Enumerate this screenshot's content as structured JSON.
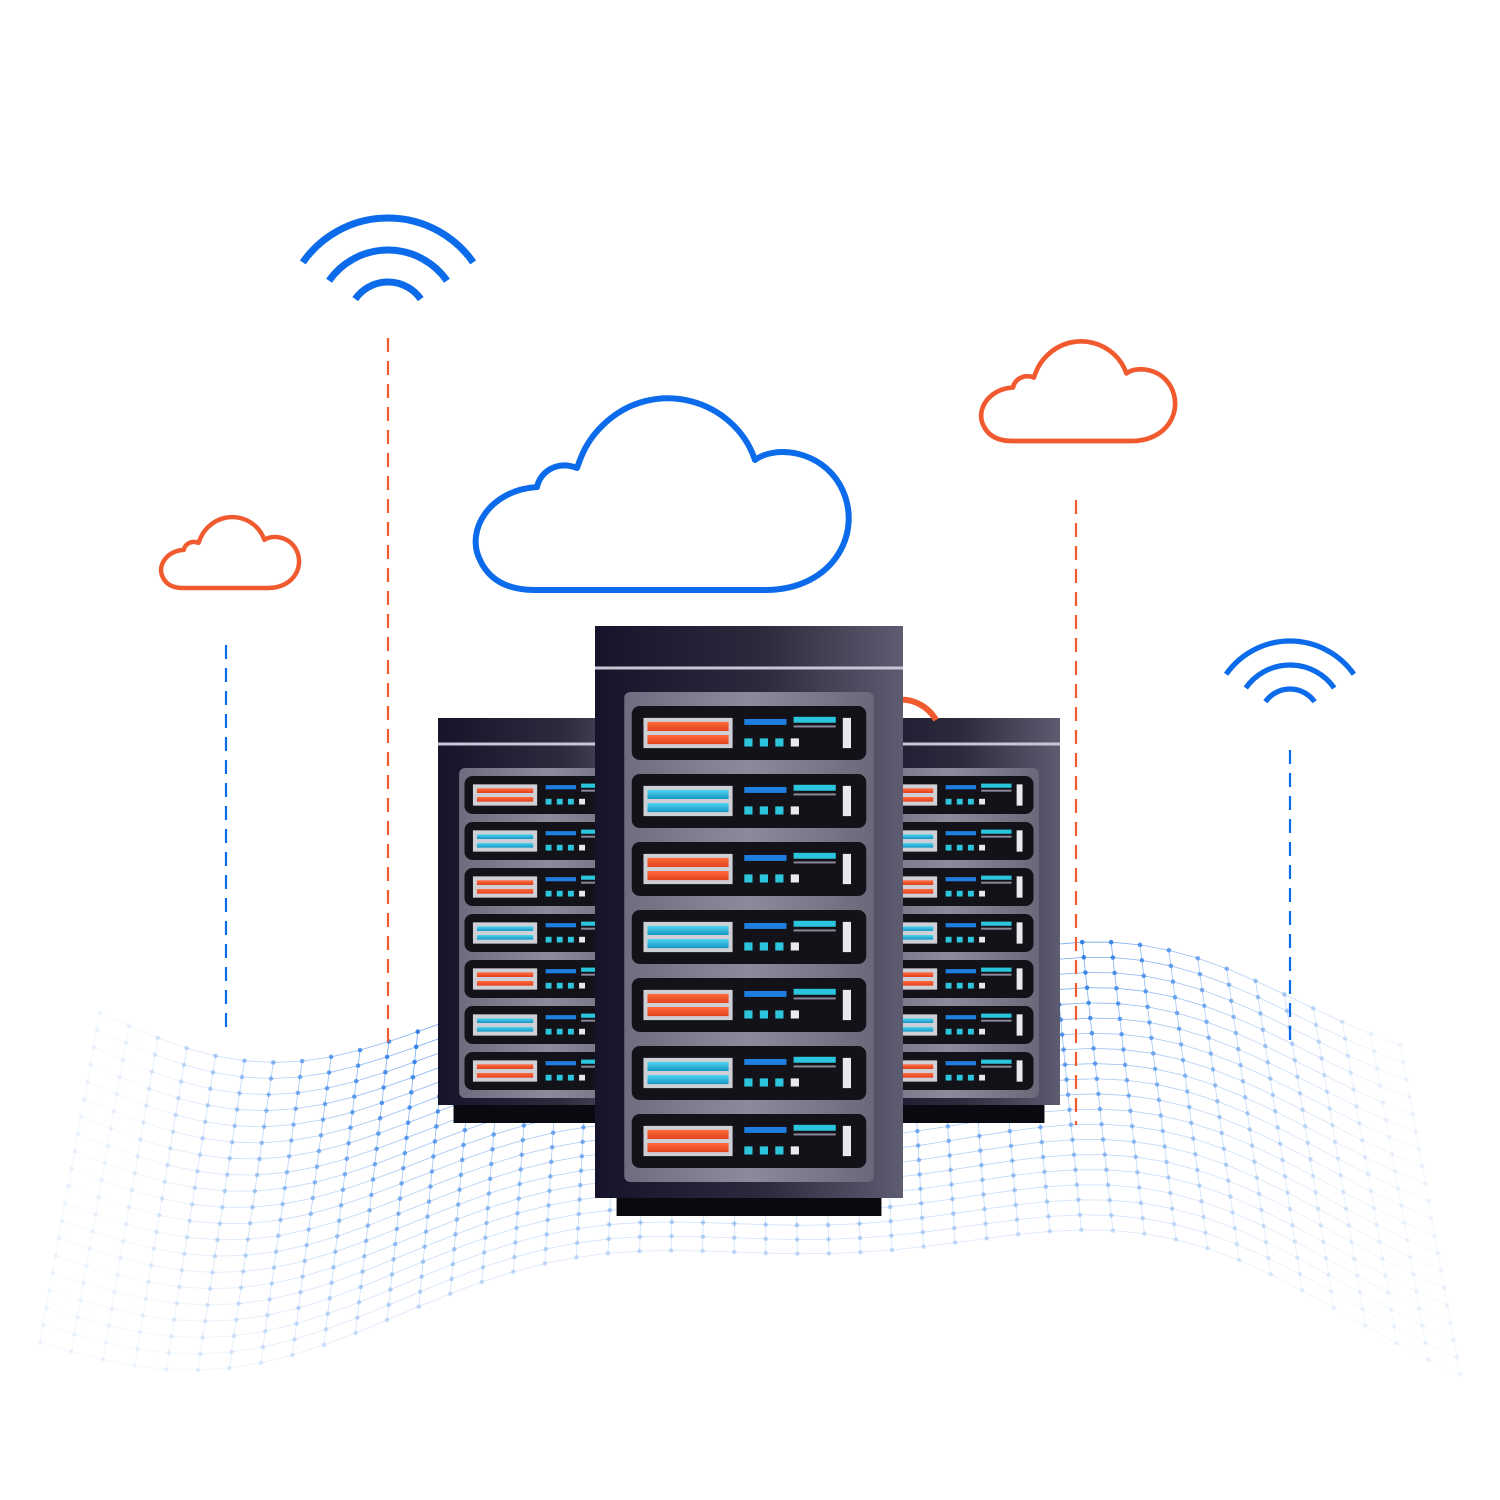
{
  "palette": {
    "background": "#ffffff",
    "accent_blue": "#0b6bea",
    "accent_orange": "#f15a2e",
    "rack_dark": "#17152a",
    "rack_mid": "#5c5a6e",
    "rack_light": "#8a8899",
    "panel_dark": "#141219",
    "led_cyan": "#2bc6dd",
    "led_blue": "#1f7fe0",
    "led_white": "#e8e8ee",
    "mesh": "#2f7fe6"
  },
  "icons": {
    "server": "server-rack-icon",
    "cloud": "cloud-icon",
    "wifi": "wifi-signal-icon",
    "mesh": "wave-mesh-grid"
  },
  "scene": {
    "server_racks": [
      {
        "role": "center",
        "units": [
          "orange",
          "cyan",
          "orange",
          "cyan",
          "orange",
          "cyan",
          "orange"
        ]
      },
      {
        "role": "left",
        "units": [
          "orange",
          "cyan",
          "orange",
          "cyan",
          "orange",
          "cyan",
          "orange"
        ]
      },
      {
        "role": "right",
        "units": [
          "orange",
          "cyan",
          "orange",
          "cyan",
          "orange",
          "cyan",
          "orange"
        ]
      }
    ],
    "clouds": [
      {
        "role": "large-center",
        "color": "blue"
      },
      {
        "role": "small-left",
        "color": "orange"
      },
      {
        "role": "small-right",
        "color": "orange"
      }
    ],
    "wifi_signals": [
      {
        "role": "upper-left",
        "color": "blue"
      },
      {
        "role": "right",
        "color": "blue"
      }
    ],
    "connector_lines": [
      {
        "role": "left-cloud",
        "color": "blue"
      },
      {
        "role": "left-wifi",
        "color": "orange"
      },
      {
        "role": "right-cloud",
        "color": "orange"
      },
      {
        "role": "right-wifi",
        "color": "blue"
      }
    ]
  }
}
